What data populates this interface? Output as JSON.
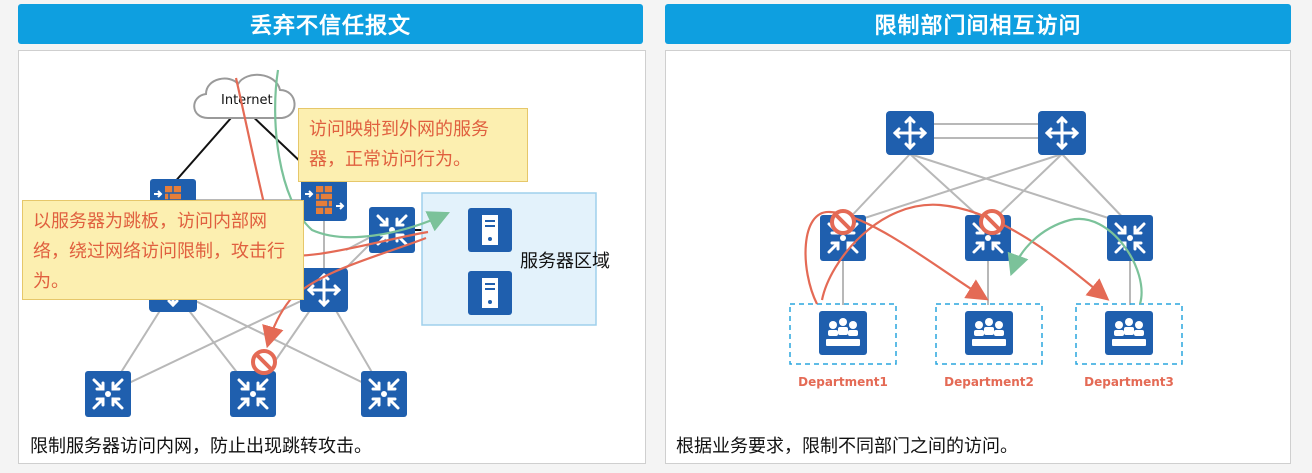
{
  "left": {
    "title": "丢弃不信任报文",
    "internet_label": "Internet",
    "callout_top": "访问映射到外网的服务器，正常访问行为。",
    "callout_left": "以服务器为跳板，访问内部网络，绕过网络访问限制，攻击行为。",
    "server_zone_label": "服务器区域",
    "caption": "限制服务器访问内网，防止出现跳转攻击。"
  },
  "right": {
    "title": "限制部门间相互访问",
    "departments": [
      "Department1",
      "Department2",
      "Department3"
    ],
    "caption": "根据业务要求，限制不同部门之间的访问。"
  },
  "colors": {
    "header_bg": "#0e9fe0",
    "device_blue": "#1f5fae",
    "blocked_red": "#e46a55",
    "allowed_green": "#7bc29a",
    "callout_bg": "#fcefb0",
    "server_zone_bg": "#e3f2fb"
  }
}
